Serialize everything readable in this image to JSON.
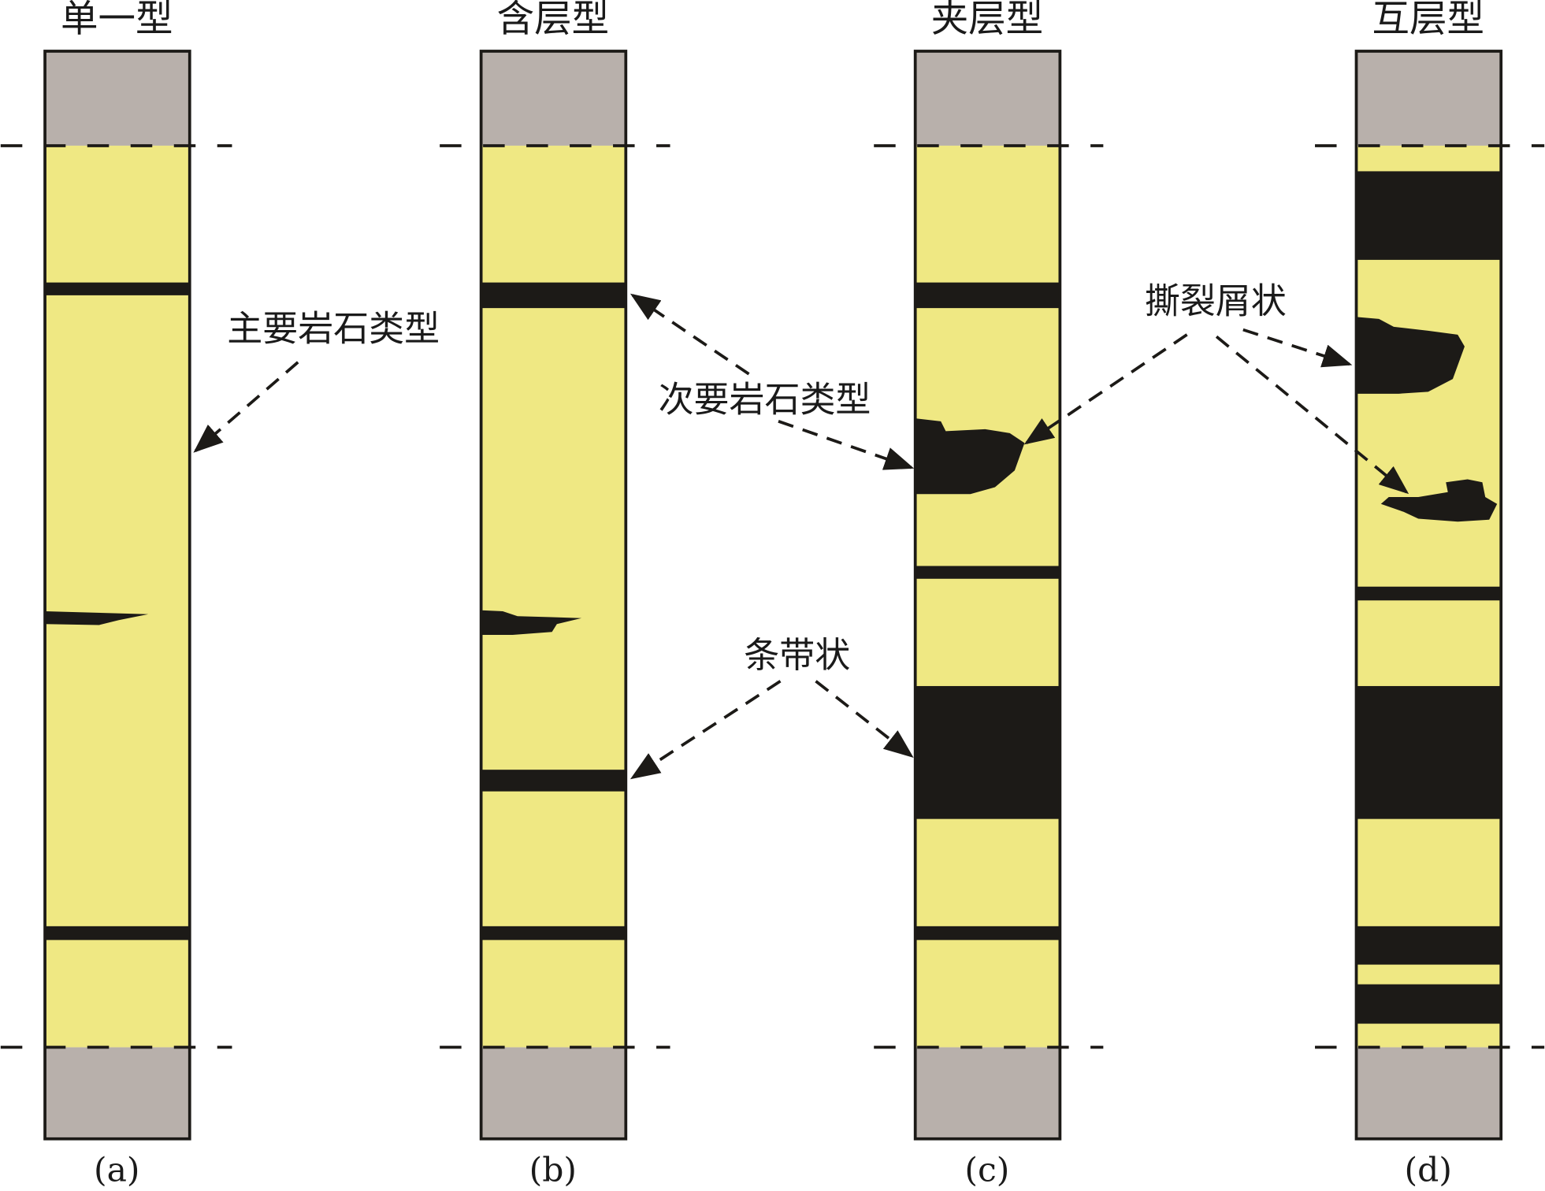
{
  "columns": [
    {
      "title": "单一型",
      "label": "(a)"
    },
    {
      "title": "含层型",
      "label": "(b)"
    },
    {
      "title": "夹层型",
      "label": "(c)"
    },
    {
      "title": "互层型",
      "label": "(d)"
    }
  ],
  "annotations": {
    "primary": "主要岩石类型",
    "secondary": "次要岩石类型",
    "banded": "条带状",
    "rip_up": "撕裂屑状"
  },
  "colors": {
    "host": "#b8b0ab",
    "main": "#efe883",
    "minor": "#1c1a17"
  }
}
